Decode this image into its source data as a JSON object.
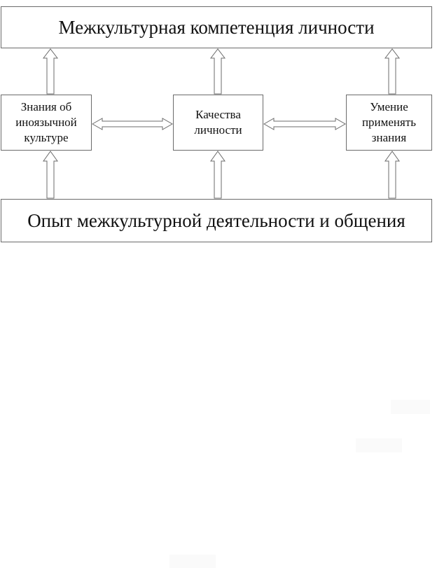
{
  "diagram": {
    "top_box": {
      "label": "Межкультурная компетенция личности"
    },
    "bottom_box": {
      "label": "Опыт межкультурной деятельности и общения"
    },
    "middle_boxes": [
      {
        "label": "Знания об\nиноязычной\nкультуре"
      },
      {
        "label": "Качества\nличности"
      },
      {
        "label": "Умение\nприменять\nзнания"
      }
    ]
  }
}
